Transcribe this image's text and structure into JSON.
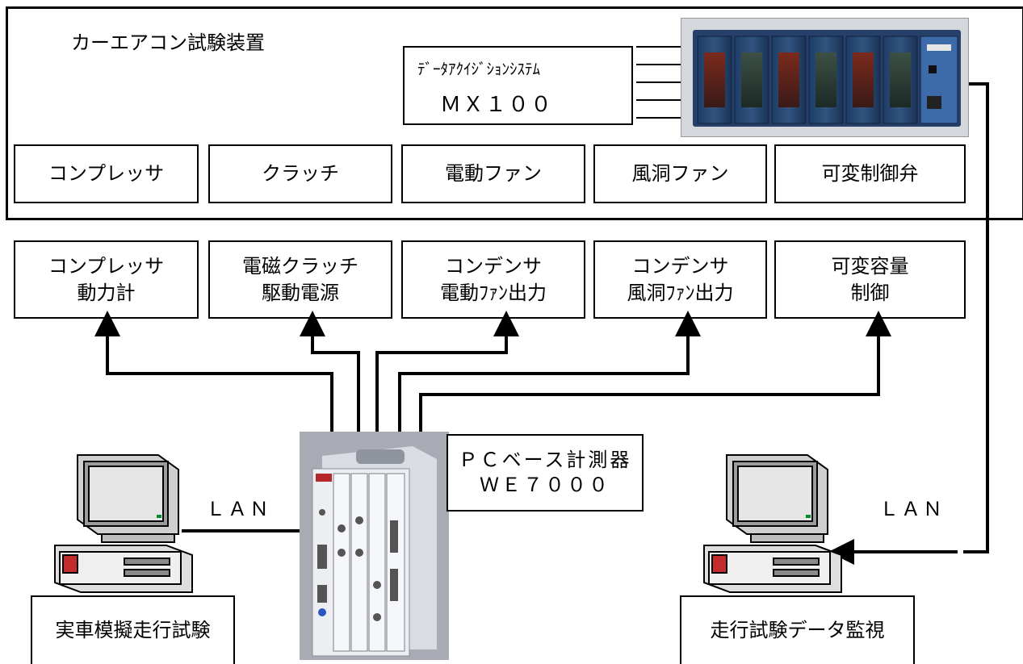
{
  "system": {
    "title": "カーエアコン試験装置",
    "daq_line1": "ﾃﾞｰﾀｱｸｲｼﾞｼｮﾝｼｽﾃﾑ",
    "daq_line2": "ＭＸ１００"
  },
  "components": [
    {
      "label": "コンプレッサ"
    },
    {
      "label": "クラッチ"
    },
    {
      "label": "電動ファン"
    },
    {
      "label": "風洞ファン"
    },
    {
      "label": "可変制御弁"
    }
  ],
  "outputs": [
    {
      "line1": "コンプレッサ",
      "line2": "動力計"
    },
    {
      "line1": "電磁クラッチ",
      "line2": "駆動電源"
    },
    {
      "line1": "コンデンサ",
      "line2": "電動ﾌｧﾝ出力"
    },
    {
      "line1": "コンデンサ",
      "line2": "風洞ﾌｧﾝ出力"
    },
    {
      "line1": "可変容量",
      "line2": "制御"
    }
  ],
  "instrument": {
    "line1": "ＰＣベース計測器",
    "line2": "ＷＥ７０００"
  },
  "left_pc": {
    "link": "ＬＡＮ",
    "caption": "実車模擬走行試験"
  },
  "right_pc": {
    "link": "ＬＡＮ",
    "caption": "走行試験データ監視"
  }
}
